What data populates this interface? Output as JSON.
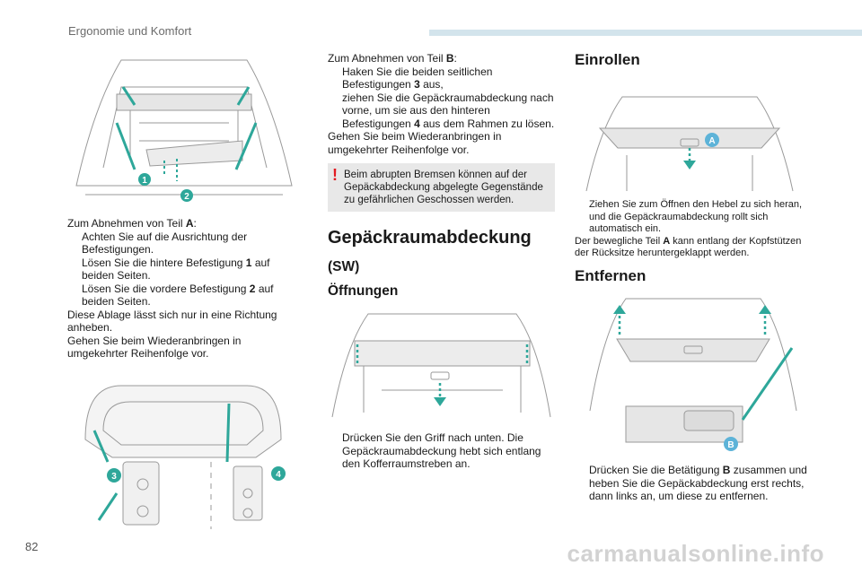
{
  "header": {
    "title": "Ergonomie und Komfort",
    "accent": "#d3e4ec"
  },
  "page_number": "82",
  "watermark": "carmanualsonline.info",
  "col1": {
    "title_line": "Zum Abnehmen von Teil ",
    "title_bold": "A",
    "title_end": ":",
    "b1": "Achten Sie auf die Ausrichtung der Befestigungen.",
    "b2_pre": "Lösen Sie die hintere Befestigung ",
    "b2_bold": "1",
    "b2_post": " auf beiden Seiten.",
    "b3_pre": "Lösen Sie die vordere Befestigung ",
    "b3_bold": "2",
    "b3_post": " auf beiden Seiten.",
    "p1": "Diese Ablage lässt sich nur in eine Richtung anheben.",
    "p2": "Gehen Sie beim Wiederanbringen in umgekehrter Reihenfolge vor."
  },
  "col2": {
    "title_line": "Zum Abnehmen von Teil ",
    "title_bold": "B",
    "title_end": ":",
    "b1_pre": "Haken Sie die beiden seitlichen Befestigungen ",
    "b1_bold": "3",
    "b1_post": " aus,",
    "b2_pre": "ziehen Sie die Gepäckraumabdeckung nach vorne, um sie aus den hinteren Befestigungen ",
    "b2_bold": "4",
    "b2_post": " aus dem Rahmen zu lösen.",
    "p1": "Gehen Sie beim Wiederanbringen in umgekehrter Reihenfolge vor.",
    "warning_mark": "!",
    "warning": "Beim abrupten Bremsen können auf der Gepäckabdeckung abgelegte Gegenstände zu gefährlichen Geschossen werden.",
    "heading": "Gepäckraumabdeckung",
    "sub": "(SW)",
    "sub2": "Öffnungen",
    "b3": "Drücken Sie den Griff nach unten. Die Gepäckraumabdeckung hebt sich entlang den Kofferraumstreben an."
  },
  "col3": {
    "heading1": "Einrollen",
    "b1": "Ziehen Sie zum Öffnen den Hebel zu sich heran, und die Gepäckraumabdeckung rollt sich automatisch ein.",
    "p1_pre": "Der bewegliche Teil ",
    "p1_bold": "A",
    "p1_post": " kann entlang der Kopfstützen der Rücksitze heruntergeklappt werden.",
    "heading2": "Entfernen",
    "b2_pre": "Drücken Sie die Betätigung ",
    "b2_bold": "B",
    "b2_post": " zusammen und heben Sie die Gepäckabdeckung erst rechts, dann links an, um diese zu entfernen."
  },
  "bullet_glyph": "",
  "labels": {
    "one": "1",
    "two": "2",
    "three": "3",
    "four": "4",
    "A": "A",
    "B": "B"
  },
  "colors": {
    "callout": "#2ea79a",
    "callout_label": "#5db3d8",
    "line": "#9a9a9a",
    "warning": "#e21b22"
  }
}
